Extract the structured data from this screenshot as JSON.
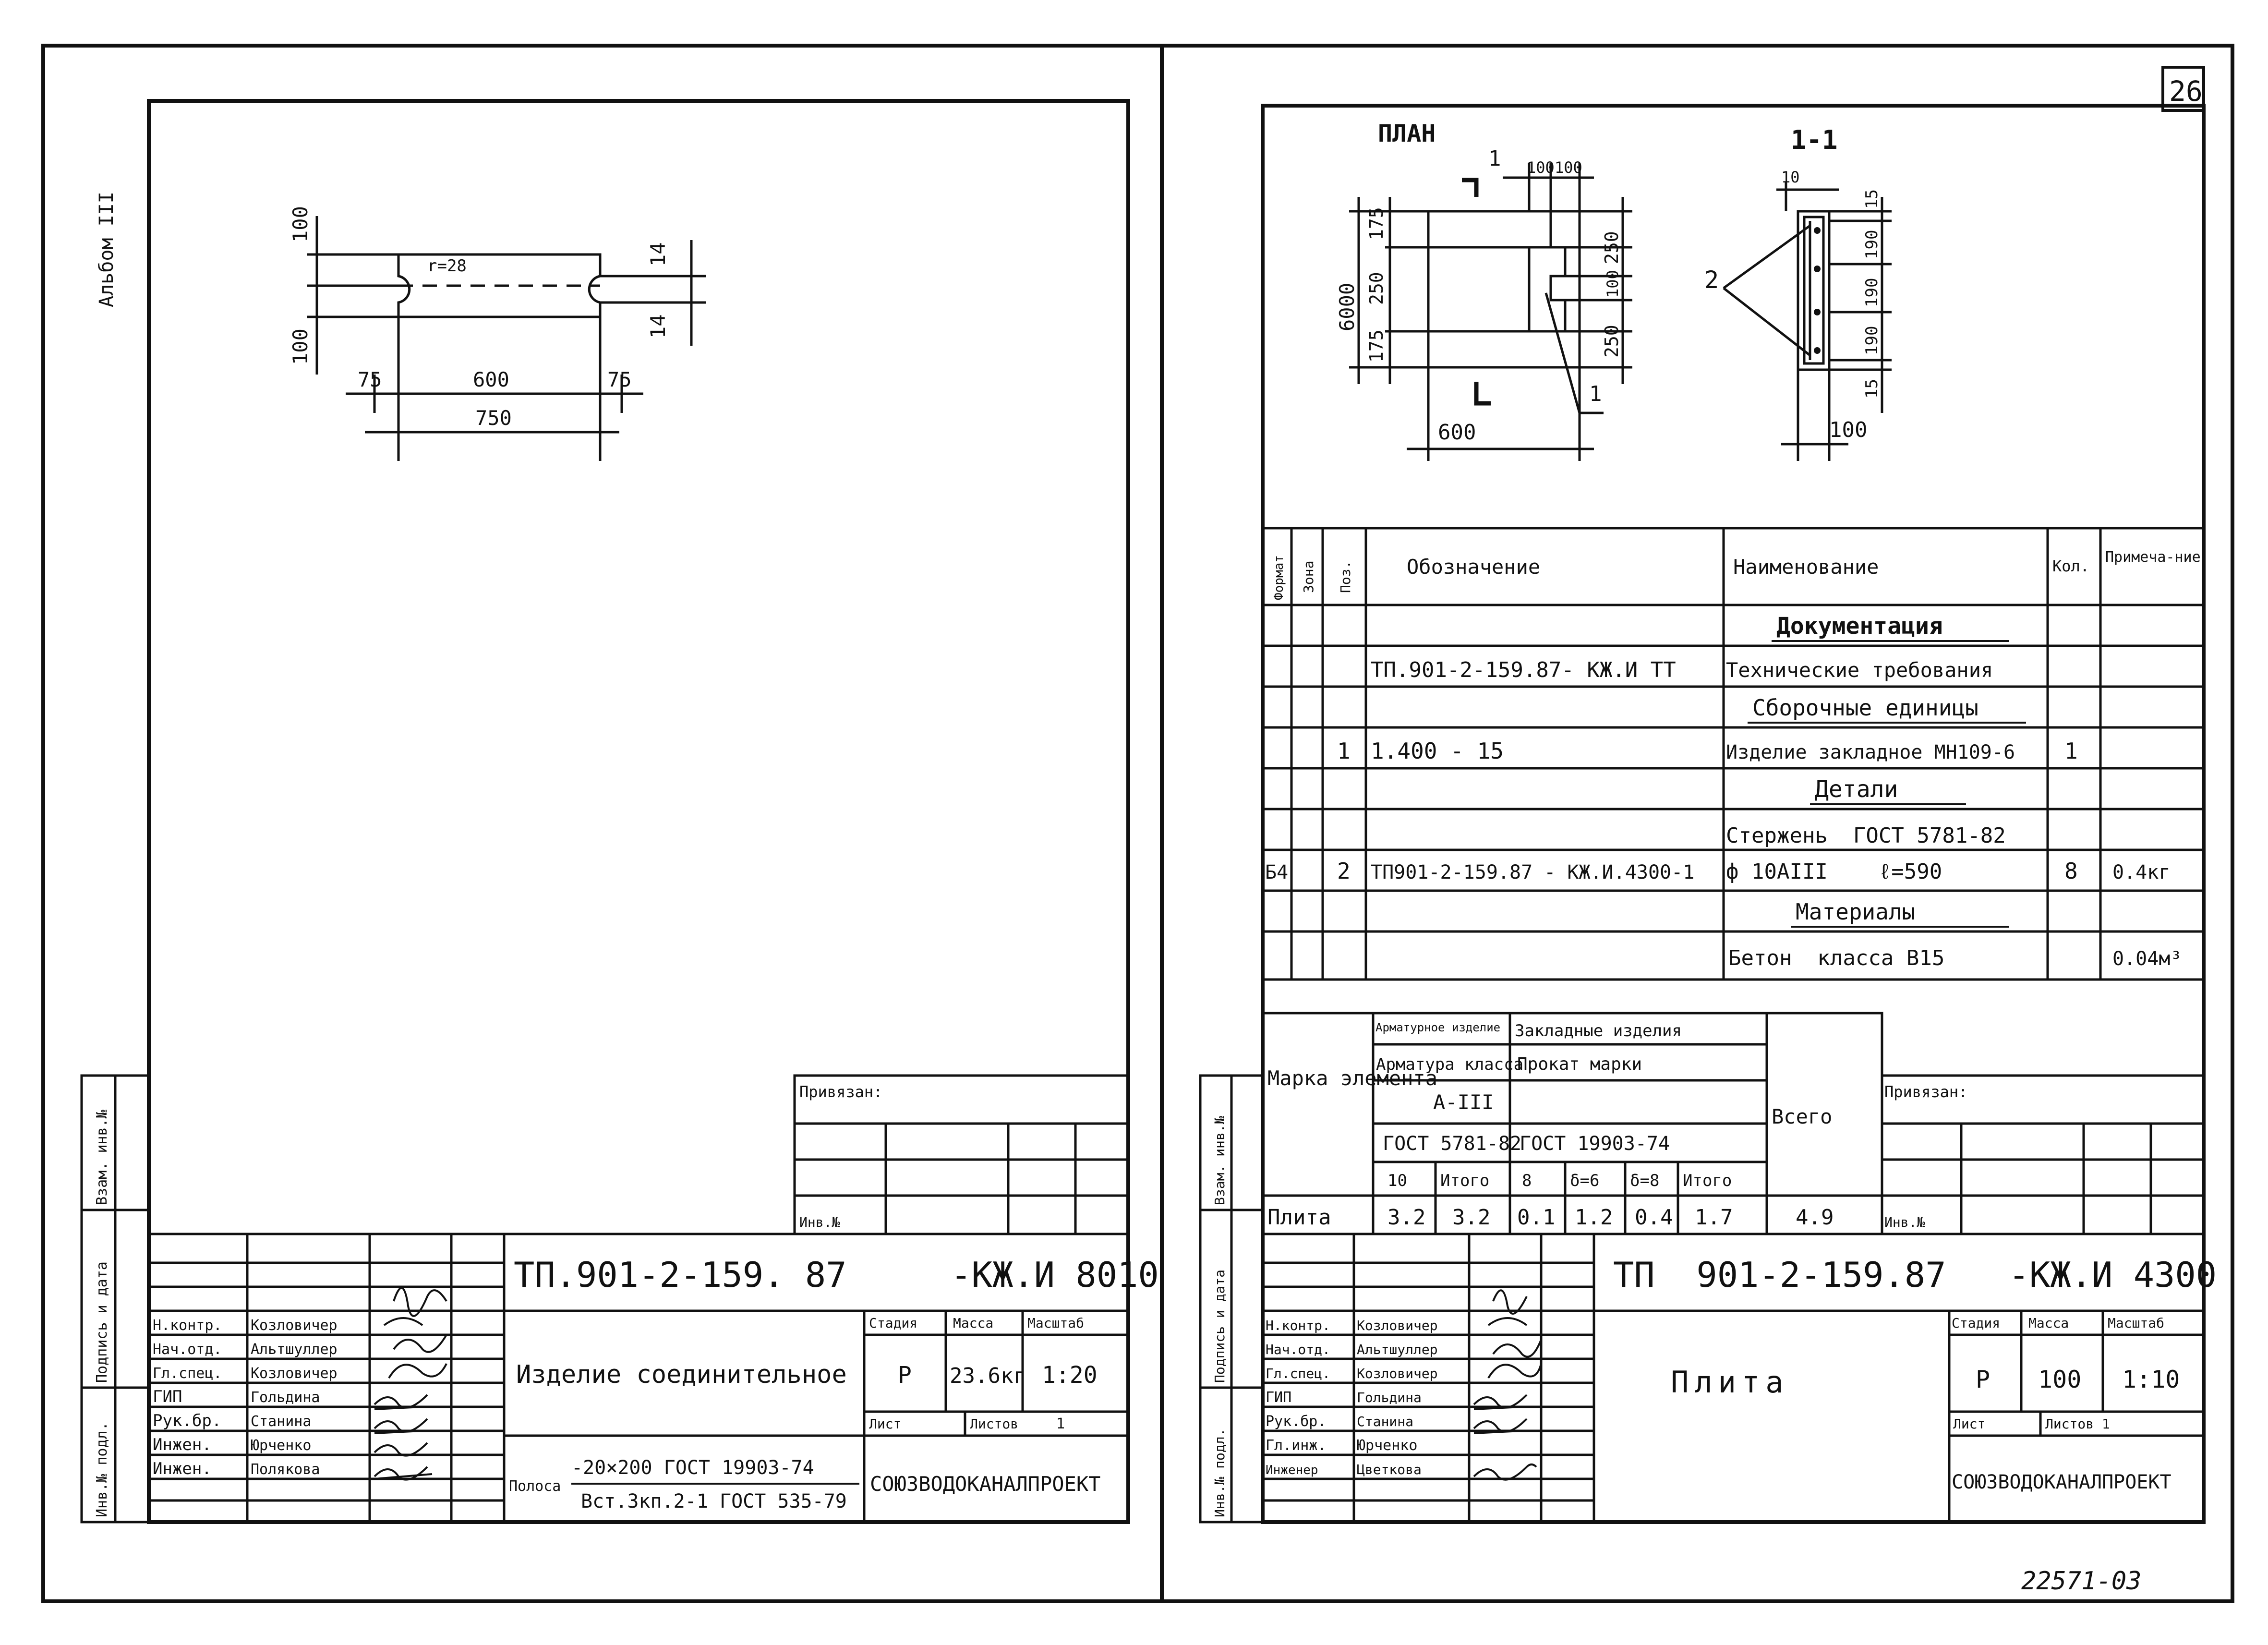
{
  "sheet_number": "26",
  "archive_number": "22571-03",
  "album": "Альбом III",
  "left": {
    "detail": {
      "dims": {
        "d100_top": "100",
        "d100_bot": "100",
        "d14_top": "14",
        "d14_bot": "14",
        "d75_l": "75",
        "d600": "600",
        "d75_r": "75",
        "d750": "750",
        "radius": "r=28"
      }
    },
    "tb": {
      "privyazan": "Привязан:",
      "inv_no": "Инв.№",
      "code": "ТП.901-2-159. 87     -КЖ.И 8010",
      "name": "Изделие соединительное",
      "stage_h": "Стадия",
      "mass_h": "Масса",
      "scale_h": "Масштаб",
      "stage": "Р",
      "mass": "23.6кг",
      "scale": "1:20",
      "sheet_h": "Лист",
      "sheets_h": "Листов",
      "sheets": "1",
      "material_prefix": "Полоса",
      "material_top": "-20×200  ГОСТ 19903-74",
      "material_bot": "Вст.3кп.2-1  ГОСТ 535-79",
      "org": "СОЮЗВОДОКАНАЛПРОЕКТ",
      "staff": [
        {
          "role": "Н.контр.",
          "name": "Козловичер"
        },
        {
          "role": "Нач.отд.",
          "name": "Альтшуллер"
        },
        {
          "role": "Гл.спец.",
          "name": "Козловичер"
        },
        {
          "role": "ГИП",
          "name": "Гольдина"
        },
        {
          "role": "Рук.бр.",
          "name": "Станина"
        },
        {
          "role": "Инжен.",
          "name": "Юрченко"
        },
        {
          "role": "Инжен.",
          "name": "Полякова"
        }
      ],
      "side": [
        "Взам. инв.№",
        "Подпись и дата",
        "Инв.№ подл."
      ]
    }
  },
  "right": {
    "plan": {
      "title": "ПЛАН",
      "d6000": "6000",
      "d175a": "175",
      "d250": "250",
      "d175b": "175",
      "d100a": "100",
      "d100b": "100",
      "d250r": "250",
      "d100r": "100",
      "d250r2": "250",
      "d600": "600",
      "cut": "1"
    },
    "section": {
      "title": "1-1",
      "d10": "10",
      "d15a": "15",
      "d190a": "190",
      "d190b": "190",
      "d190c": "190",
      "d15b": "15",
      "d100": "100",
      "pos": "2"
    },
    "spec": {
      "headers": [
        "Формат",
        "Зона",
        "Поз.",
        "Обозначение",
        "Наименование",
        "Кол.",
        "Примеча-ние"
      ],
      "rows": [
        {
          "fmt": "",
          "pos": "",
          "code": "",
          "name": "Документация",
          "qty": "",
          "note": "",
          "section": true
        },
        {
          "fmt": "",
          "pos": "",
          "code": "ТП.901-2-159.87- КЖ.И ТТ",
          "name": "Технические требования",
          "qty": "",
          "note": ""
        },
        {
          "fmt": "",
          "pos": "",
          "code": "",
          "name": "Сборочные единицы",
          "qty": "",
          "note": "",
          "section": true
        },
        {
          "fmt": "",
          "pos": "1",
          "code": "1.400 - 15",
          "name": "Изделие закладное МН109-6",
          "qty": "1",
          "note": ""
        },
        {
          "fmt": "",
          "pos": "",
          "code": "",
          "name": "Детали",
          "qty": "",
          "note": "",
          "section": true
        },
        {
          "fmt": "",
          "pos": "",
          "code": "",
          "name": "Стержень  ГОСТ 5781-82",
          "qty": "",
          "note": ""
        },
        {
          "fmt": "Б4",
          "pos": "2",
          "code": "ТП901-2-159.87 - КЖ.И.4300-1",
          "name": "ф 10АIII    ℓ=590",
          "qty": "8",
          "note": "0.4кг"
        },
        {
          "fmt": "",
          "pos": "",
          "code": "",
          "name": "Материалы",
          "qty": "",
          "note": "",
          "section": true
        },
        {
          "fmt": "",
          "pos": "",
          "code": "",
          "name": "Бетон  класса В15",
          "qty": "",
          "note": "0.04м³"
        }
      ]
    },
    "steel": {
      "mark_h": "Марка элемента",
      "arm_h": "Арматурное изделие",
      "emb_h": "Закладные изделия",
      "arm_class": "Арматура класса",
      "prokat": "Прокат марки",
      "a3": "А-III",
      "gost1": "ГОСТ 5781-82",
      "gost2": "ГОСТ 19903-74",
      "total_h": "Всего",
      "sub": [
        "10",
        "Итого",
        "8",
        "δ=6",
        "δ=8",
        "Итого"
      ],
      "row_name": "Плита",
      "values": [
        "3.2",
        "3.2",
        "0.1",
        "1.2",
        "0.4",
        "1.7",
        "4.9"
      ]
    },
    "tb": {
      "privyazan": "Привязан:",
      "inv_no": "Инв.№",
      "code": "ТП  901-2-159.87   -КЖ.И 4300",
      "name": "Плита",
      "stage_h": "Стадия",
      "mass_h": "Масса",
      "scale_h": "Масштаб",
      "stage": "Р",
      "mass": "100",
      "scale": "1:10",
      "sheet_h": "Лист",
      "sheets_h": "Листов 1",
      "org": "СОЮЗВОДОКАНАЛПРОЕКТ",
      "staff": [
        {
          "role": "Н.контр.",
          "name": "Козловичер"
        },
        {
          "role": "Нач.отд.",
          "name": "Альтшуллер"
        },
        {
          "role": "Гл.спец.",
          "name": "Козловичер"
        },
        {
          "role": "ГИП",
          "name": "Гольдина"
        },
        {
          "role": "Рук.бр.",
          "name": "Станина"
        },
        {
          "role": "Гл.инж.",
          "name": "Юрченко"
        },
        {
          "role": "Инженер",
          "name": "Цветкова"
        }
      ],
      "side": [
        "Взам. инв.№",
        "Подпись и дата",
        "Инв.№ подл."
      ]
    }
  }
}
